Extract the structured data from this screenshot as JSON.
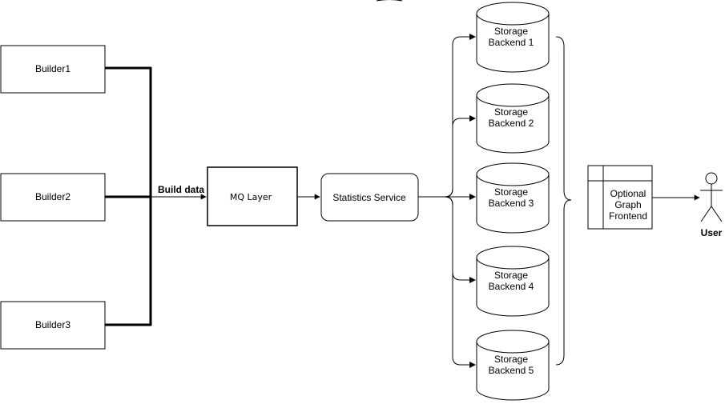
{
  "builders": [
    {
      "label": "Builder1"
    },
    {
      "label": "Builder2"
    },
    {
      "label": "Builder3"
    }
  ],
  "edge_label": "Build data",
  "mq": {
    "label": "MQ Layer"
  },
  "stats": {
    "label": "Statistics Service"
  },
  "storage": [
    {
      "line1": "Storage",
      "line2": "Backend 1"
    },
    {
      "line1": "Storage",
      "line2": "Backend 2"
    },
    {
      "line1": "Storage",
      "line2": "Backend 3"
    },
    {
      "line1": "Storage",
      "line2": "Backend 4"
    },
    {
      "line1": "Storage",
      "line2": "Backend 5"
    }
  ],
  "frontend": {
    "line1": "Optional",
    "line2": "Graph",
    "line3": "Frontend"
  },
  "user": {
    "label": "User"
  }
}
